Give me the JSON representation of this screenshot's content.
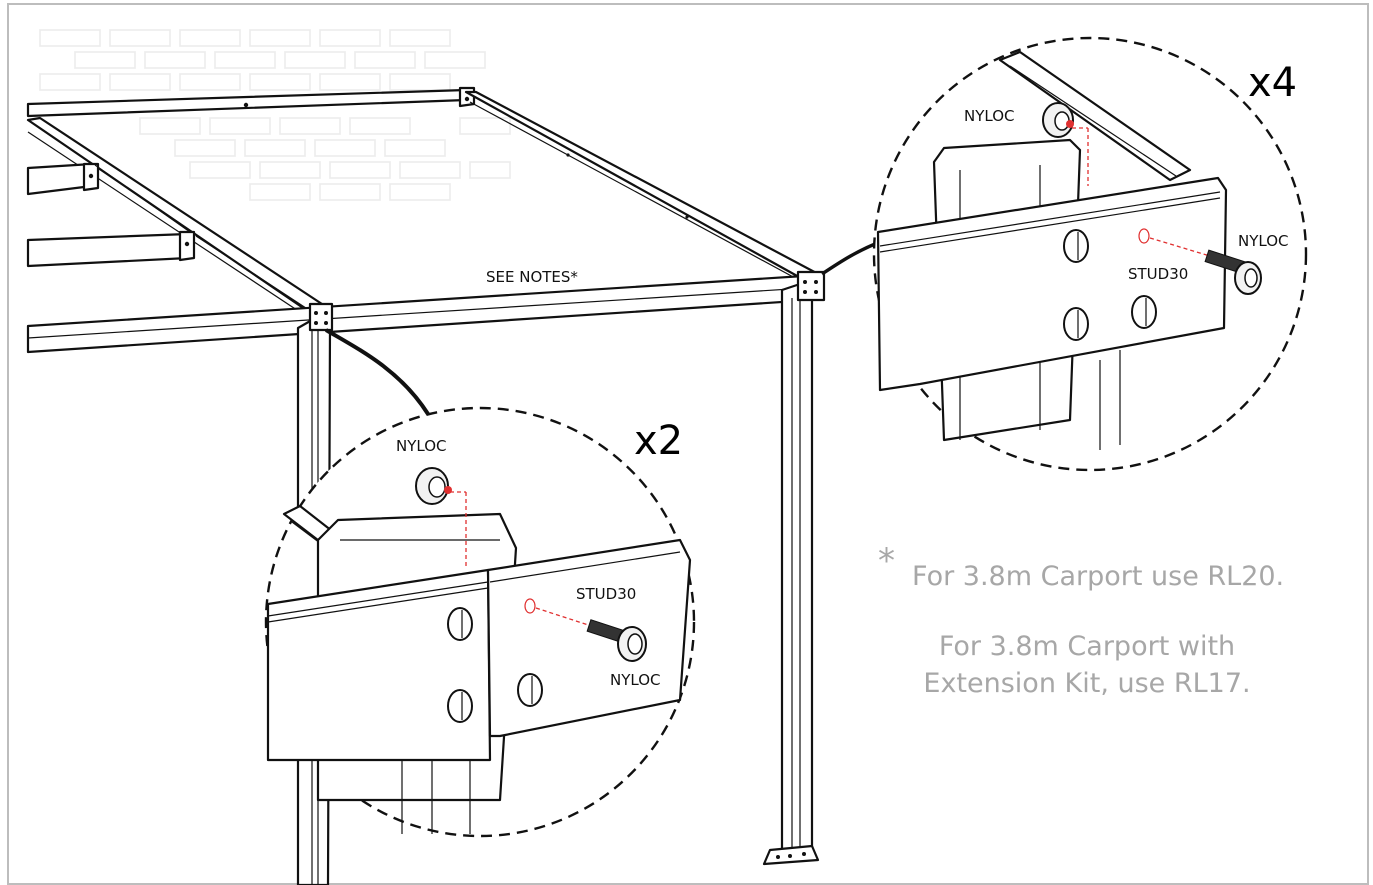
{
  "labels": {
    "see_notes": "SEE NOTES*",
    "top_callout": {
      "multiplier": "x4",
      "nyloc_top": "NYLOC",
      "nyloc_side": "NYLOC",
      "stud": "STUD30"
    },
    "bottom_callout": {
      "multiplier": "x2",
      "nyloc_top": "NYLOC",
      "stud": "STUD30",
      "nyloc_side": "NYLOC"
    }
  },
  "notes": {
    "asterisk": "*",
    "line1": "For 3.8m Carport use RL20.",
    "line2": "For 3.8m Carport with",
    "line3": "Extension Kit, use RL17."
  },
  "colors": {
    "border": "#bdbdbd",
    "note_text": "#a7a7a7",
    "dashed_guide": "#e03030",
    "outline": "#111111"
  }
}
